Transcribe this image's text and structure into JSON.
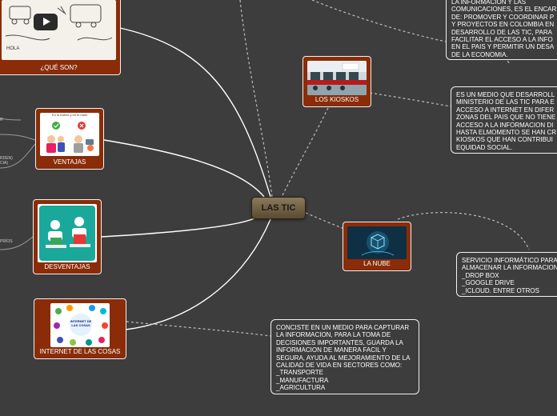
{
  "central": {
    "label": "LAS TIC"
  },
  "nodes": {
    "que_son": {
      "label": "¿QUÉ SON?"
    },
    "ventajas": {
      "label": "VENTAJAS",
      "image_text": "En lo bueno y en lo malo"
    },
    "desventajas": {
      "label": "DESVENTAJAS"
    },
    "internet_cosas": {
      "label": "INTERNET DE LAS COSAS",
      "image_text": "INTERNET DE LAS COSAS"
    },
    "kioskos": {
      "label": "LOS KIOSKOS"
    },
    "nube": {
      "label": "LA NUBE"
    }
  },
  "notes": {
    "top_right": "LA INFORMACION Y LAS\nCOMUNICACIONES, ES EL ENCAR\nDE: PROMOVER Y COORDINAR P\nY PROYECTOS EN COLOMBIA EN\nDESARROLLO DE LAS TIC, PARA\nFACILITAR EL ACCESO A LA INFO\nEN EL PAIS Y PERMITIR UN DESA\nDE LA ECONOMIA.",
    "kioskos": "ES UN MEDIO QUE DESARROLL\nMINISTERIO DE LAS TIC PARA E\nACCESO A INTERNET EN DIFER\nZONAS DEL PAIS QUE NO TIENE\nACCESO A LA INFORMACION DI\nHASTA ELMOMENTO SE HAN CR\nKIOSKOS QUE HAN CONTRIBUI\nEQUIDAD SOCIAL.",
    "nube": "SERVICIO INFORMÁTICO PARA\nALMACENAR LA INFORMACION\n_DROP BOX\n_GOOGLE DRIVE\n_ICLOUD. ENTRE OTROS",
    "internet_cosas": "CONCISTE EN UN MEDIO PARA CAPTURAR\nLA INFORMACION, PARA LA TOMA DE\nDECISIONES IMPORTANTES, GUARDA LA\nINFORMACION DE MANERA FACIL Y\nSEGURA, AYUDA AL MEJORAMIENTO DE LA\nCALIDAD DE VIDA EN SECTORES COMO:\n_TRANSPORTE\n_MANUFACTURA\n_AGRICULTURA"
  },
  "side_fragments": {
    "a": "R",
    "b": "RDEN)\nCIA)",
    "c": "PRÍOS"
  },
  "colors": {
    "background": "#3d3d3d",
    "node_fill": "#8a2c08",
    "line": "#ffffff",
    "central": "#7a6a4a"
  }
}
